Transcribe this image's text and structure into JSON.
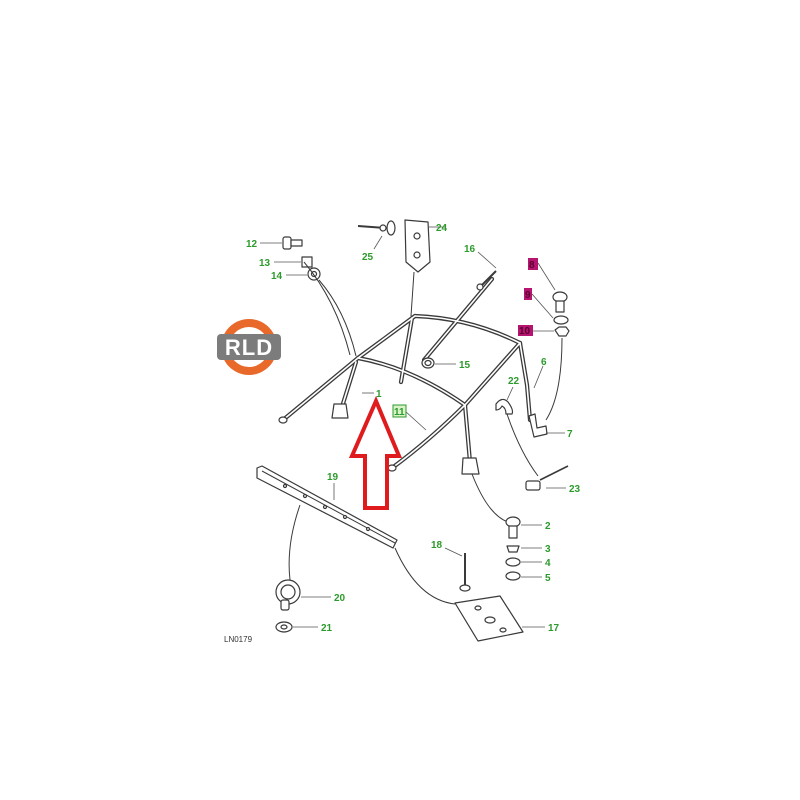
{
  "logo": {
    "text": "RLD"
  },
  "callouts": {
    "p1": "1",
    "p2": "2",
    "p3": "3",
    "p4": "4",
    "p5": "5",
    "p6": "6",
    "p7": "7",
    "p8": "8",
    "p9": "9",
    "p10": "10",
    "p11": "11",
    "p12": "12",
    "p13": "13",
    "p14": "14",
    "p15": "15",
    "p16": "16",
    "p17": "17",
    "p18": "18",
    "p19": "19",
    "p20": "20",
    "p21": "21",
    "p22": "22",
    "p23": "23",
    "p24": "24",
    "p25": "25"
  },
  "drawing_code": "LN0179",
  "colors": {
    "callout_green": "#2c9a2c",
    "highlight_magenta": "#b5146f",
    "highlight_green_fill": "#d9f2c9",
    "arrow_red": "#e01b1e",
    "logo_orange": "#e8692a",
    "logo_grey": "#7c7c7c",
    "line": "#3a3a3a"
  }
}
